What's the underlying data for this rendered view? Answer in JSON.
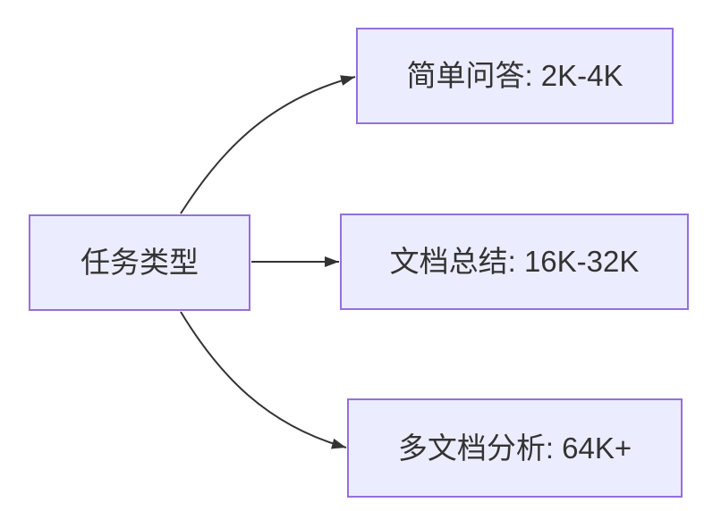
{
  "diagram": {
    "type": "flowchart",
    "direction": "left-to-right",
    "root": {
      "id": "task-type",
      "label": "任务类型"
    },
    "nodes": [
      {
        "id": "simple-qa",
        "label": "简单问答: 2K-4K"
      },
      {
        "id": "doc-summary",
        "label": "文档总结: 16K-32K"
      },
      {
        "id": "multi-doc-analysis",
        "label": "多文档分析: 64K+"
      }
    ],
    "edges": [
      {
        "from": "任务类型",
        "to": "简单问答: 2K-4K"
      },
      {
        "from": "任务类型",
        "to": "文档总结: 16K-32K"
      },
      {
        "from": "任务类型",
        "to": "多文档分析: 64K+"
      }
    ],
    "colors": {
      "node_fill": "#ECECFF",
      "node_border": "#9370DB",
      "edge_stroke": "#333333",
      "text": "#333333",
      "background": "#FFFFFF"
    }
  }
}
